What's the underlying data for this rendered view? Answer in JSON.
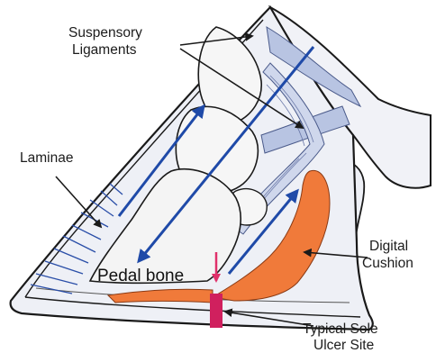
{
  "labels": {
    "suspensory_line1": "Suspensory",
    "suspensory_line2": "Ligaments",
    "laminae": "Laminae",
    "digital_line1": "Digital",
    "digital_line2": "Cushion",
    "pedal_bone": "Pedal bone",
    "ulcer_line1": "Typical Sole",
    "ulcer_line2": "Ulcer Site"
  },
  "colors": {
    "hoof_outline": "#1a1a1a",
    "tissue_fill": "#eef0f6",
    "bone_fill": "#f4f4f4",
    "ligament_fill": "#b8c4e2",
    "laminae_lines": "#2a4ea8",
    "force_arrow": "#1f4aa8",
    "digital_cushion": "#f07a3a",
    "pedal_arrow": "#e0306a",
    "ulcer_marker": "#d0205e"
  }
}
